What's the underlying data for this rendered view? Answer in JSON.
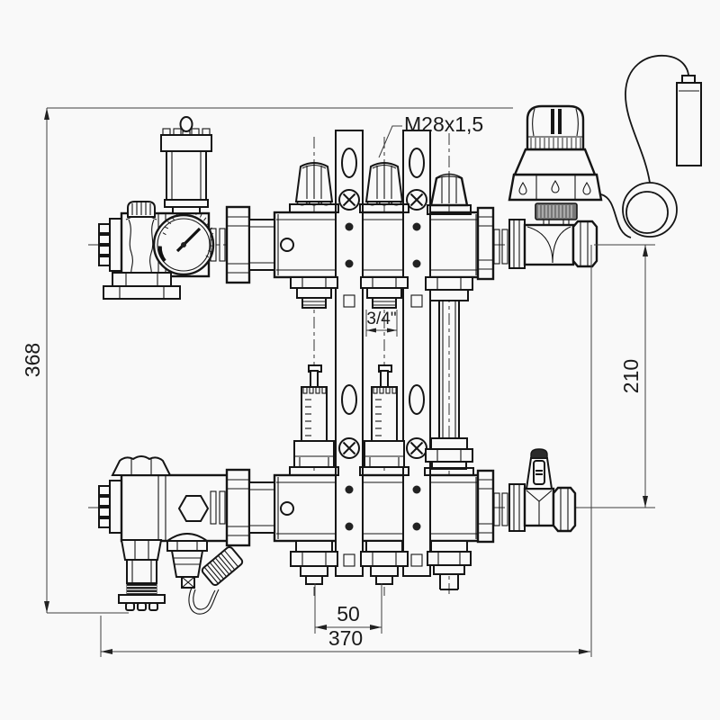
{
  "drawing": {
    "title": "Heating manifold dimensional drawing",
    "background": "#f9f9f9",
    "line_color": "#151515",
    "dimension_color": "#3f3f3f"
  },
  "labels": {
    "overall_height": "368",
    "overall_width": "370",
    "axis_distance": "210",
    "loop_pitch": "50",
    "outlet_thread": "3/4\"",
    "valve_thread": "M28x1,5"
  },
  "components": {
    "supply_manifold": "supply manifold bar",
    "return_manifold": "return manifold bar",
    "pressure_gauge": "pressure gauge",
    "air_vent": "automatic air vent",
    "protective_cap": "M28x1.5 valve protective cap",
    "balancing_knob": "balancing valve knob",
    "flow_meter": "flow meter sight glass",
    "mounting_bracket": "mounting bracket rail",
    "thermostatic_head": "thermostatic head",
    "capillary_coil": "capillary tube coil",
    "remote_sensor": "remote immersion sensor",
    "drain_valve": "drain valve",
    "fill_valve": "fill / drain valve with hose cap",
    "shutoff_valve": "return shut-off valve",
    "end_cap": "manifold end cap"
  }
}
